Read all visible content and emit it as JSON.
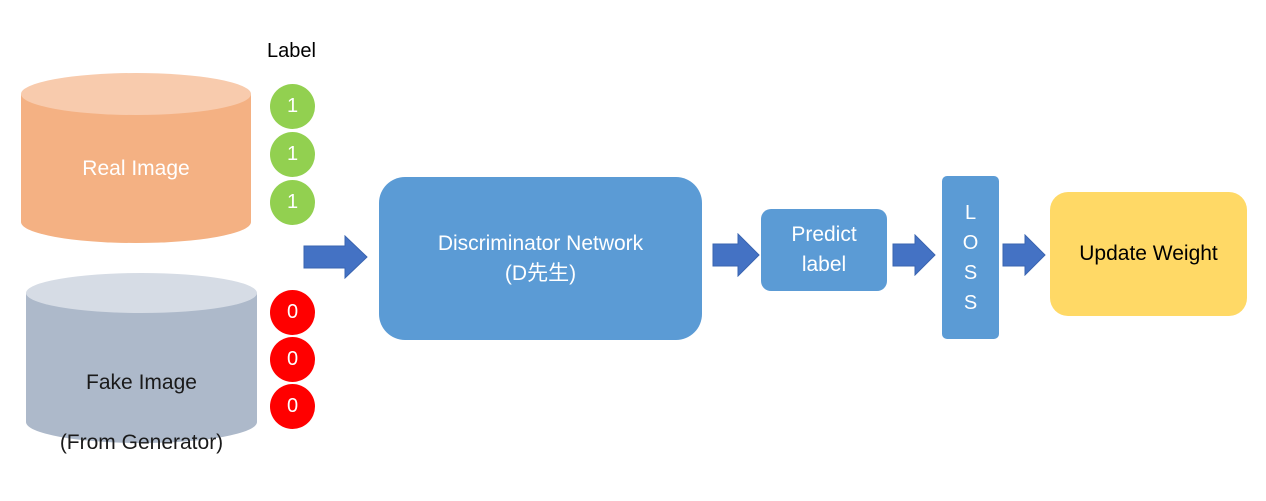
{
  "label_header": "Label",
  "real_image": {
    "line1": "Real Image",
    "labels": [
      "1",
      "1",
      "1"
    ]
  },
  "fake_image": {
    "line1": "Fake Image",
    "line2": "(From Generator)",
    "labels": [
      "0",
      "0",
      "0"
    ]
  },
  "discriminator": {
    "line1": "Discriminator Network",
    "line2": "(D先生)"
  },
  "predict": {
    "line1": "Predict",
    "line2": "label"
  },
  "loss": {
    "letters": [
      "L",
      "O",
      "S",
      "S"
    ]
  },
  "update": {
    "label": "Update Weight"
  },
  "colors": {
    "real_cylinder": "#f4b183",
    "real_cylinder_top": "#f8cbad",
    "fake_cylinder": "#adb9ca",
    "fake_cylinder_top": "#d6dce5",
    "label_one": "#92d050",
    "label_zero": "#ff0000",
    "process_box": "#5b9bd5",
    "arrow": "#4472c4",
    "update_box": "#ffd966"
  }
}
